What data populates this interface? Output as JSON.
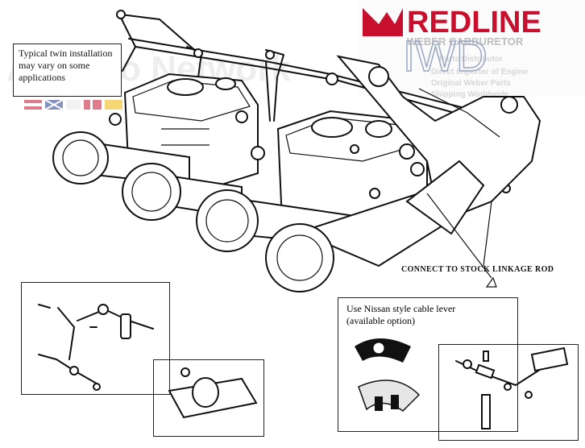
{
  "watermark": {
    "brand_top": "REDLINE",
    "brand_sub": "WEBER CARBURETOR",
    "brand_line1": "Parts Distributor",
    "brand_line2": "Direct Importer of Engine",
    "brand_line3": "Original Weber Parts",
    "brand_line4": "Shipping Worldwide",
    "initials": "IWD",
    "faint_left": "All Auto Network"
  },
  "note": {
    "text": "Typical twin installation may vary on some applications"
  },
  "linkage_label": "CONNECT TO STOCK LINKAGE ROD",
  "cable_note": {
    "line1": "Use Nissan style cable lever",
    "line2": "(available option)"
  },
  "colors": {
    "brand_red": "#c8102e",
    "wm_gray": "#cfcfcf",
    "ink": "#111111"
  }
}
